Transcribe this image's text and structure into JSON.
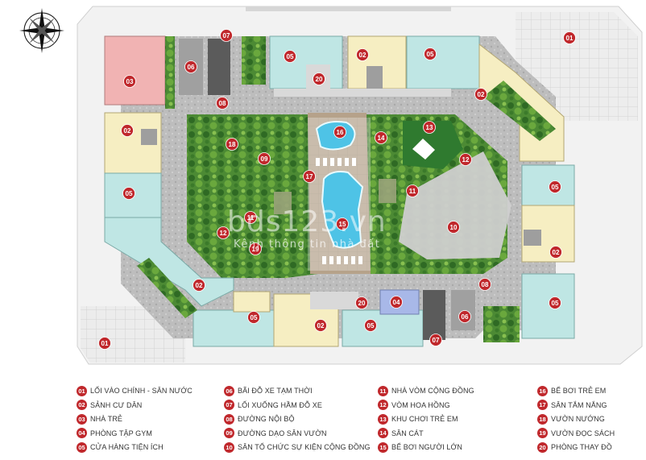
{
  "compass": {
    "icon": "compass-rose-icon"
  },
  "watermark": {
    "main": "bds123.vn",
    "sub": "Kênh thông tin nhà đất"
  },
  "markers": {
    "m01a": "01",
    "m01b": "01",
    "m02a": "02",
    "m02b": "02",
    "m02c": "02",
    "m02d": "02",
    "m02e": "02",
    "m02f": "02",
    "m03": "03",
    "m04": "04",
    "m05a": "05",
    "m05b": "05",
    "m05c": "05",
    "m05d": "05",
    "m05e": "05",
    "m05f": "05",
    "m05g": "05",
    "m06a": "06",
    "m06b": "06",
    "m07a": "07",
    "m07b": "07",
    "m08a": "08",
    "m08b": "08",
    "m09": "09",
    "m10": "10",
    "m11a": "11",
    "m11b": "11",
    "m12a": "12",
    "m12b": "12",
    "m13": "13",
    "m14": "14",
    "m15": "15",
    "m16": "16",
    "m17": "17",
    "m18": "18",
    "m19": "19",
    "m20a": "20",
    "m20b": "20"
  },
  "legend": [
    {
      "num": "01",
      "label": "LỐI VÀO CHÍNH - SÂN NƯỚC"
    },
    {
      "num": "02",
      "label": "SẢNH CƯ DÂN"
    },
    {
      "num": "03",
      "label": "NHÀ TRẺ"
    },
    {
      "num": "04",
      "label": "PHÒNG TẬP GYM"
    },
    {
      "num": "05",
      "label": "CỬA HÀNG TIỆN ÍCH"
    },
    {
      "num": "06",
      "label": "BÃI ĐỖ XE TẠM THỜI"
    },
    {
      "num": "07",
      "label": "LỐI XUỐNG HẦM ĐỖ XE"
    },
    {
      "num": "08",
      "label": "ĐƯỜNG NỘI BỘ"
    },
    {
      "num": "09",
      "label": "ĐƯỜNG DẠO SÂN VƯỜN"
    },
    {
      "num": "10",
      "label": "SÂN TỔ CHỨC SỰ KIỆN CỘNG ĐỒNG"
    },
    {
      "num": "11",
      "label": "NHÀ VÒM CỘNG ĐỒNG"
    },
    {
      "num": "12",
      "label": "VÒM HOA HỒNG"
    },
    {
      "num": "13",
      "label": "KHU CHƠI TRẺ EM"
    },
    {
      "num": "14",
      "label": "SÂN CÁT"
    },
    {
      "num": "15",
      "label": "BỂ BƠI NGƯỜI LỚN"
    },
    {
      "num": "16",
      "label": "BỂ BƠI TRẺ EM"
    },
    {
      "num": "17",
      "label": "SÂN TẮM NẮNG"
    },
    {
      "num": "18",
      "label": "VƯỜN NƯỚNG"
    },
    {
      "num": "19",
      "label": "VƯỜN ĐỌC SÁCH"
    },
    {
      "num": "20",
      "label": "PHÒNG THAY ĐỒ"
    }
  ],
  "colors": {
    "marker": "#c0282c",
    "water": "#4ec3e6",
    "unit": "#bfe6e4",
    "lobby": "#f6eec2",
    "nursery": "#f1b3b3",
    "gym": "#a8b8e8",
    "plaza": "#d9d9d9",
    "green": "#2f7a2f"
  }
}
